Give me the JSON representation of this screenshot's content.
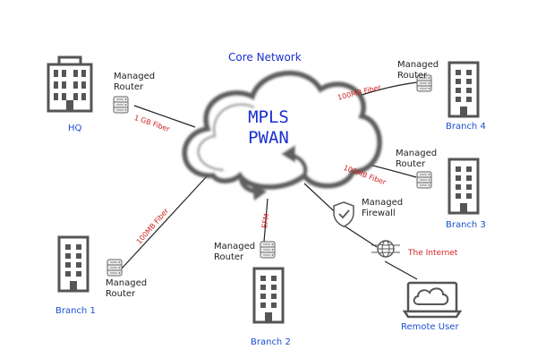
{
  "title": "Core Network",
  "cloud": {
    "line1": "MPLS",
    "line2": "PWAN"
  },
  "sites": {
    "hq": "HQ",
    "branch1": "Branch 1",
    "branch2": "Branch 2",
    "branch3": "Branch 3",
    "branch4": "Branch 4",
    "remote_user": "Remote User"
  },
  "devices": {
    "router": "Managed\nRouter",
    "firewall": "Managed\nFirewall",
    "internet": "The Internet"
  },
  "links": {
    "hq": "1 GB Fiber",
    "branch1": "100MB Fiber",
    "branch2": "EFM",
    "branch3": "100MB Fiber",
    "branch4": "100MB Fiber"
  },
  "colors": {
    "site_label": "#1a4fd0",
    "link_label": "#d21f1f",
    "icon": "#555555",
    "cloud_stroke": "#666666"
  }
}
